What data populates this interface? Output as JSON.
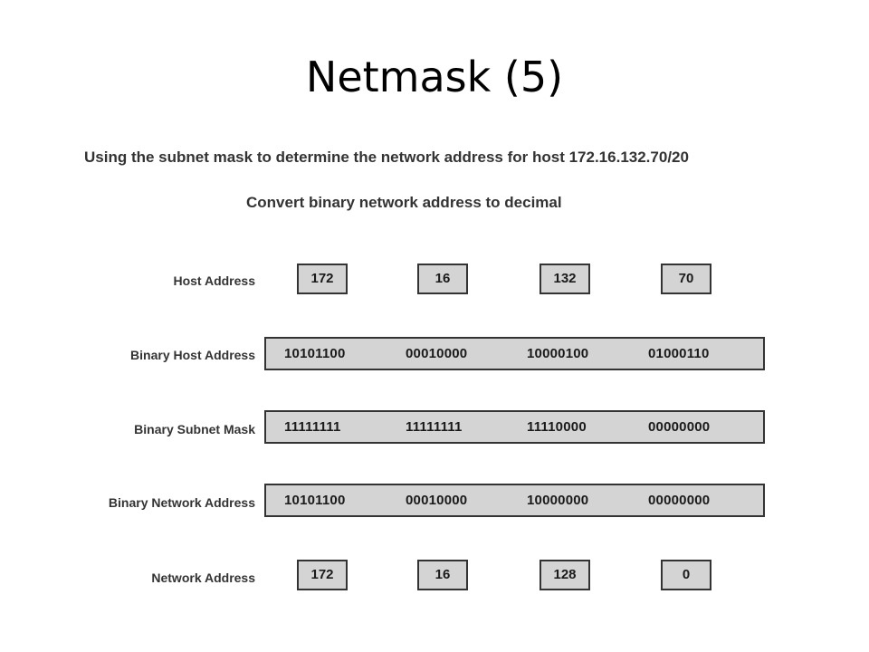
{
  "title": "Netmask (5)",
  "subtitle": "Using the subnet mask to determine the network address for host 172.16.132.70/20",
  "caption": "Convert binary network address to decimal",
  "rows": {
    "host_address": {
      "label": "Host Address",
      "octets": [
        "172",
        "16",
        "132",
        "70"
      ]
    },
    "binary_host_address": {
      "label": "Binary Host Address",
      "octets": [
        "10101100",
        "00010000",
        "10000100",
        "01000110"
      ]
    },
    "binary_subnet_mask": {
      "label": "Binary Subnet Mask",
      "octets": [
        "11111111",
        "11111111",
        "11110000",
        "00000000"
      ]
    },
    "binary_network_address": {
      "label": "Binary Network Address",
      "octets": [
        "10101100",
        "00010000",
        "10000000",
        "00000000"
      ]
    },
    "network_address": {
      "label": "Network Address",
      "octets": [
        "172",
        "16",
        "128",
        "0"
      ]
    }
  }
}
